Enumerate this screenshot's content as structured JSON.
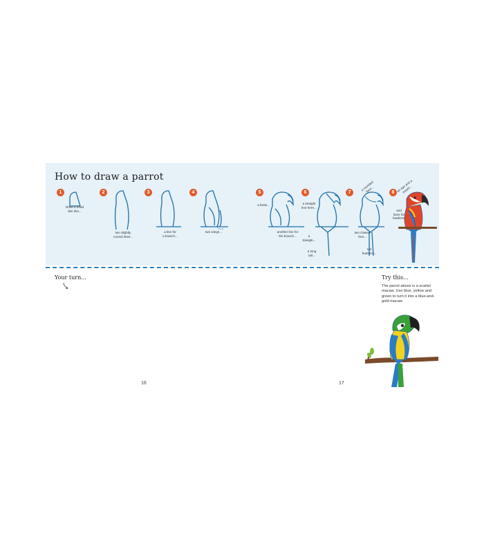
{
  "page": {
    "title": "How to draw a parrot",
    "your_turn": "Your turn...",
    "try_title": "Try this...",
    "try_text": "The parrot above is a scarlet macaw. Use blue, yellow and green to turn it into a blue-and-gold macaw.",
    "page_left": "16",
    "page_right": "17"
  },
  "steps": [
    {
      "number": "1",
      "notes": [
        "Draw a head\nlike this..."
      ]
    },
    {
      "number": "2",
      "notes": [
        "two slightly\ncurved lines..."
      ]
    },
    {
      "number": "3",
      "notes": [
        "a line for\na branch..."
      ]
    },
    {
      "number": "4",
      "notes": [
        "two wings..."
      ]
    },
    {
      "number": "5",
      "notes": [
        "a beak...",
        "another line for\nthe branch..."
      ]
    },
    {
      "number": "6",
      "notes": [
        "a straight\nline here...",
        "a triangle...",
        "a long tail..."
      ]
    },
    {
      "number": "7",
      "notes": [
        "a rounded face...",
        "two clawed\nfeet...",
        "tail\nfeathers..."
      ]
    },
    {
      "number": "8",
      "notes": [
        "an eye and a nostril...",
        "and\nlines for\nfeathers."
      ]
    }
  ],
  "colors": {
    "band": "#e6f1f8",
    "badge": "#e05a2a",
    "outline": "#1e6fa8",
    "dash": "#2b7fc0",
    "macaw_red": "#e0452c",
    "macaw_blue": "#2a7cc4",
    "gold_yellow": "#f2d21e",
    "branch": "#7a4a2a"
  }
}
